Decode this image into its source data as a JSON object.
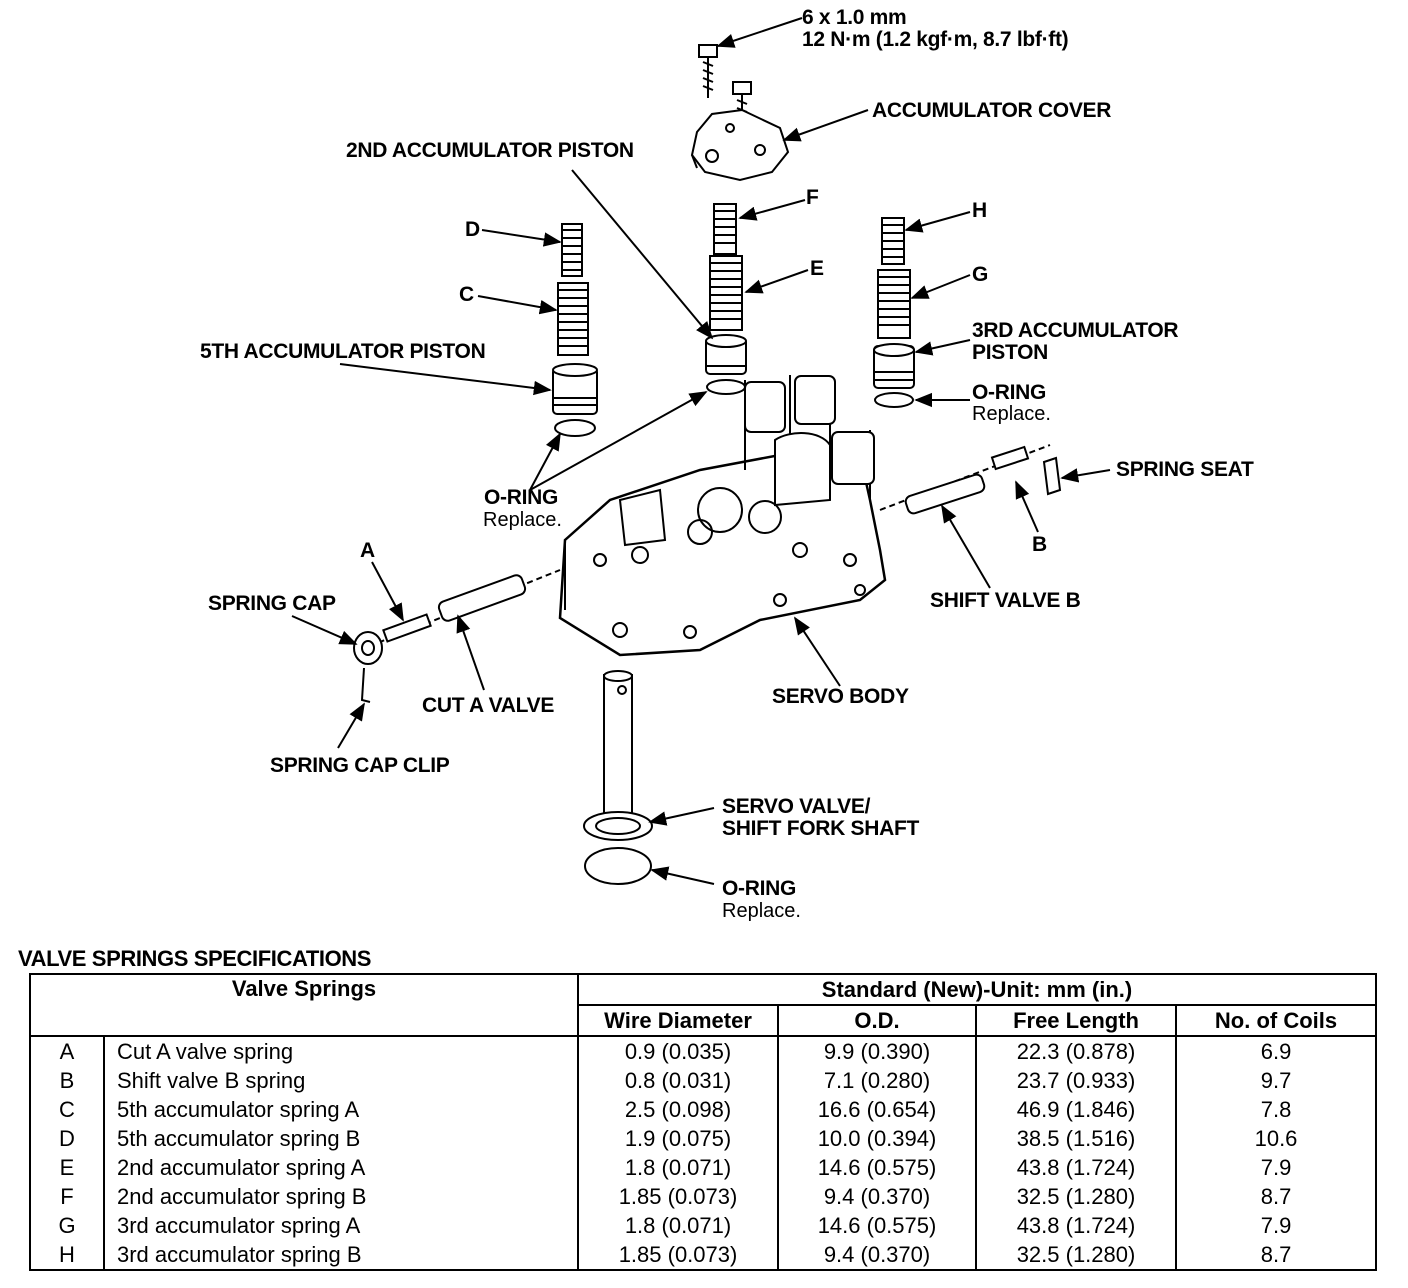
{
  "callouts": {
    "bolt": "6 x 1.0 mm",
    "torque": "12 N·m (1.2 kgf·m, 8.7 lbf·ft)",
    "accumulator_cover": "ACCUMULATOR COVER",
    "second_piston": "2ND ACCUMULATOR PISTON",
    "fifth_piston": "5TH ACCUMULATOR PISTON",
    "third_piston_1": "3RD ACCUMULATOR",
    "third_piston_2": "PISTON",
    "oring": "O-RING",
    "replace": "Replace.",
    "spring_seat": "SPRING SEAT",
    "shift_valve_b": "SHIFT VALVE B",
    "spring_cap": "SPRING CAP",
    "cut_a_valve": "CUT A VALVE",
    "servo_body": "SERVO BODY",
    "spring_cap_clip": "SPRING CAP CLIP",
    "servo_valve_1": "SERVO VALVE/",
    "servo_valve_2": "SHIFT FORK SHAFT",
    "A": "A",
    "B": "B",
    "C": "C",
    "D": "D",
    "E": "E",
    "F": "F",
    "G": "G",
    "H": "H"
  },
  "table": {
    "title": "VALVE SPRINGS SPECIFICATIONS",
    "col_valve_springs": "Valve Springs",
    "col_standard": "Standard (New)-Unit: mm (in.)",
    "col_wire": "Wire Diameter",
    "col_od": "O.D.",
    "col_free": "Free Length",
    "col_coils": "No. of Coils",
    "rows": [
      {
        "id": "A",
        "name": "Cut A valve spring",
        "wire": "0.9 (0.035)",
        "od": "9.9 (0.390)",
        "free": "22.3 (0.878)",
        "coils": "6.9"
      },
      {
        "id": "B",
        "name": "Shift valve B spring",
        "wire": "0.8 (0.031)",
        "od": "7.1 (0.280)",
        "free": "23.7 (0.933)",
        "coils": "9.7"
      },
      {
        "id": "C",
        "name": "5th accumulator spring A",
        "wire": "2.5 (0.098)",
        "od": "16.6 (0.654)",
        "free": "46.9 (1.846)",
        "coils": "7.8"
      },
      {
        "id": "D",
        "name": "5th accumulator spring B",
        "wire": "1.9 (0.075)",
        "od": "10.0 (0.394)",
        "free": "38.5 (1.516)",
        "coils": "10.6"
      },
      {
        "id": "E",
        "name": "2nd accumulator spring A",
        "wire": "1.8 (0.071)",
        "od": "14.6 (0.575)",
        "free": "43.8 (1.724)",
        "coils": "7.9"
      },
      {
        "id": "F",
        "name": "2nd accumulator spring B",
        "wire": "1.85 (0.073)",
        "od": "9.4 (0.370)",
        "free": "32.5 (1.280)",
        "coils": "8.7"
      },
      {
        "id": "G",
        "name": "3rd accumulator spring A",
        "wire": "1.8 (0.071)",
        "od": "14.6 (0.575)",
        "free": "43.8 (1.724)",
        "coils": "7.9"
      },
      {
        "id": "H",
        "name": "3rd accumulator spring B",
        "wire": "1.85 (0.073)",
        "od": "9.4 (0.370)",
        "free": "32.5 (1.280)",
        "coils": "8.7"
      }
    ]
  }
}
